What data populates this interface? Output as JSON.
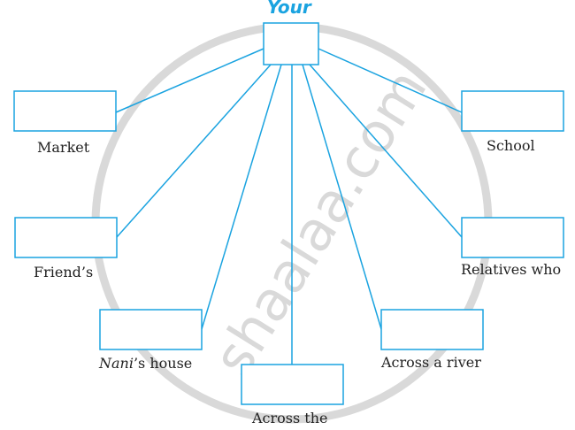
{
  "title": "Your",
  "watermark": "shaalaa.com",
  "labels": {
    "market": "Market",
    "school": "School",
    "friends": "Friend’s",
    "relatives": "Relatives who",
    "nani_italic": "Nani",
    "nani_rest": "’s house",
    "river": "Across a river",
    "across_the": "Across the"
  },
  "colors": {
    "line": "#1aa3e0",
    "watermark": "#d9d9d9"
  }
}
